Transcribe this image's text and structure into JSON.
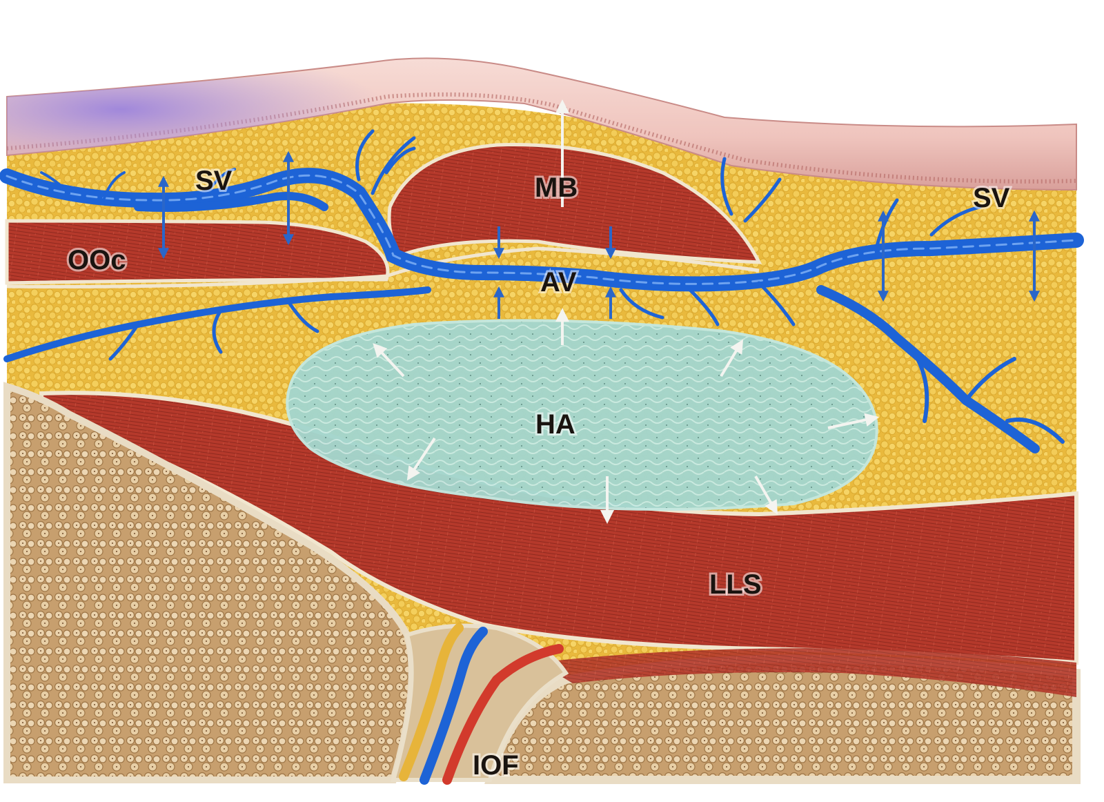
{
  "labels": {
    "sv_left": "SV",
    "sv_right": "SV",
    "mb": "MB",
    "ooc": "OOc",
    "av": "AV",
    "ha": "HA",
    "lls": "LLS",
    "iof": "IOF"
  },
  "colors": {
    "skin": "#f0c9c4",
    "skin_dermis": "#d9a0a0",
    "bruise": "#a98fd6",
    "fat": "#eec24c",
    "muscle": "#b83a2c",
    "bone": "#dcbb8e",
    "vein": "#1d63d6",
    "artery": "#d23a2c",
    "nerve": "#e7b43a",
    "filler": "#a3d5cc",
    "fascia": "#f1e6cf",
    "white_arrow": "#f2f2ee",
    "blue_arrow": "#2a66c9"
  },
  "icons": [
    "up-down-arrow-icon",
    "outward-arrow-icon"
  ]
}
